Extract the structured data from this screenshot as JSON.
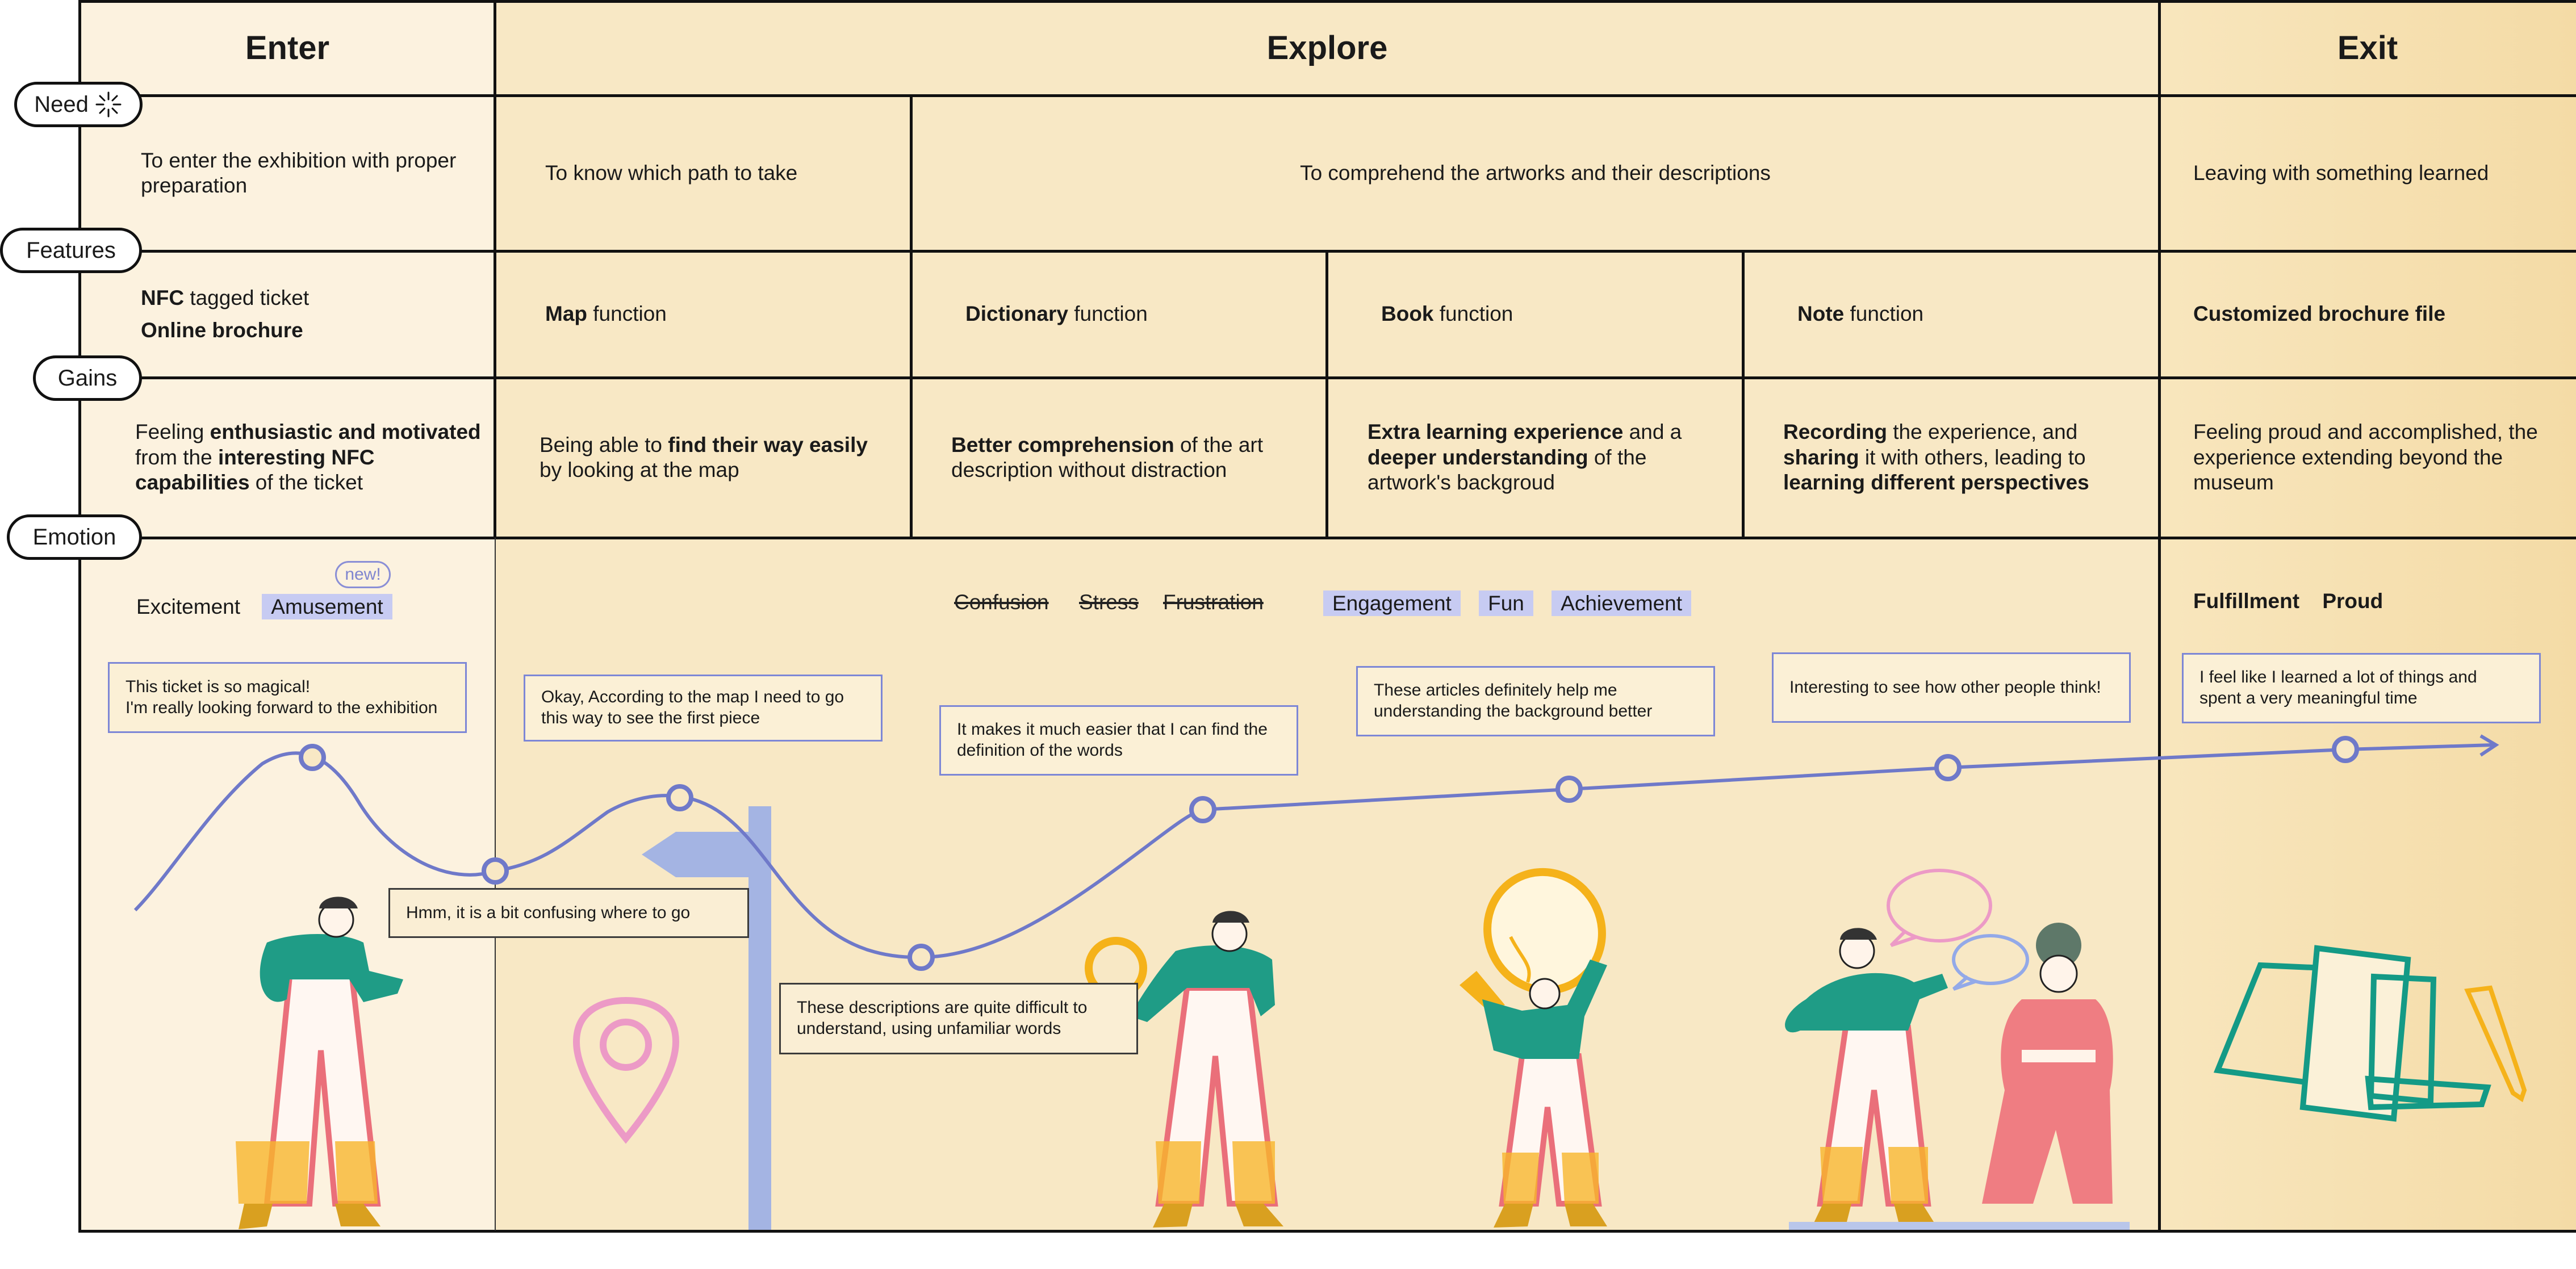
{
  "phases": {
    "enter": "Enter",
    "explore": "Explore",
    "exit": "Exit"
  },
  "row_labels": {
    "need": "Need",
    "features": "Features",
    "gains": "Gains",
    "emotion": "Emotion"
  },
  "need": {
    "enter": "To enter the exhibition with proper preparation",
    "path": "To know which path to take",
    "comprehend": "To comprehend the artworks and their descriptions",
    "exit": "Leaving with something learned"
  },
  "features": {
    "enter": {
      "l1_bold": "NFC",
      "l1_rest": " tagged ticket",
      "l2_bold": "Online brochure"
    },
    "map": {
      "bold": "Map",
      "rest": " function"
    },
    "dictionary": {
      "bold": "Dictionary",
      "rest": " function"
    },
    "book": {
      "bold": "Book",
      "rest": " function"
    },
    "note": {
      "bold": "Note",
      "rest": " function"
    },
    "exit": {
      "bold": "Customized brochure file"
    }
  },
  "gains": {
    "enter": {
      "t1": "Feeling ",
      "b1": "enthusiastic and motivated",
      "t2": " from the ",
      "b2": "interesting NFC capabilities",
      "t3": " of the ticket"
    },
    "map": {
      "t1": "Being able to ",
      "b1": "find their way easily",
      "t2": " by looking at the map"
    },
    "dictionary": {
      "b1": "Better comprehension",
      "t1": " of the art description without distraction"
    },
    "book": {
      "b1": "Extra learning experience",
      "t1": " and a ",
      "b2": "deeper understanding",
      "t2": " of the artwork's backgroud"
    },
    "note": {
      "b1": "Recording",
      "t1": " the experience, and ",
      "b2": "sharing",
      "t2": " it with others, leading to ",
      "b3": "learning different perspectives"
    },
    "exit": {
      "t1": "Feeling proud and accomplished, the experience extending beyond the museum"
    }
  },
  "emotions": {
    "new_badge": "new!",
    "enter": {
      "plain": "Excitement",
      "chip": "Amusement"
    },
    "explore_struck": [
      "Confusion",
      "Stress",
      "Frustration"
    ],
    "explore_chips": [
      "Engagement",
      "Fun",
      "Achievement"
    ],
    "exit": [
      "Fulfillment",
      "Proud"
    ]
  },
  "quotes": {
    "enter": "This ticket is so magical!\nI'm really looking forward to the exhibition",
    "map": "Okay, According to the map I need to go this way to see the first piece",
    "confused": "Hmm, it is a bit confusing where to go",
    "dictionary": "It makes it much easier that I can find the definition of the words",
    "difficult": "These descriptions are quite difficult to understand, using unfamiliar words",
    "book": "These articles definitely help me understanding the background better",
    "note": "Interesting to see how other people think!",
    "exit": "I feel like I learned a lot of things and spent a very meaningful time"
  },
  "colors": {
    "enter_bg": "#fcf2df",
    "explore_bg": "#f8e8c5",
    "exit_bg": "#f6dfae",
    "curve": "#6f79c9",
    "chip": "#c7cbf2"
  },
  "icons": [
    "sparkle-icon",
    "map-pin-icon",
    "signpost-icon",
    "magnifier-icon",
    "lightbulb-icon",
    "speech-bubble-icon",
    "brochure-papers-icon",
    "pencil-icon"
  ]
}
